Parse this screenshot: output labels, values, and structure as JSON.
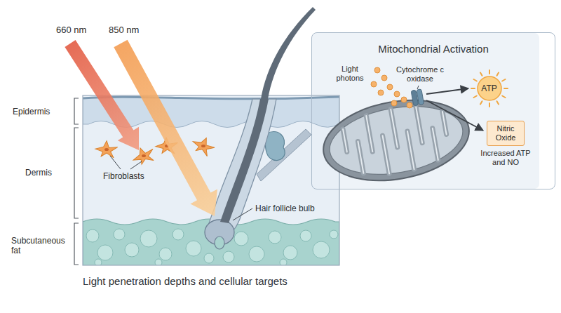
{
  "diagram": {
    "caption": "Light penetration depths and cellular targets",
    "nodes": [
      {
        "text": [
          "Mitochondrial Activation"
        ]
      },
      {
        "text": [
          "ATP"
        ],
        "in": 0
      },
      {
        "text": [
          "Nitric Oxide"
        ],
        "in": 0
      }
    ],
    "labels": [
      "660 nm",
      "850 nm",
      "Epidermis",
      "Dermis",
      "Subcutaneous fat",
      "Fibroblasts",
      "Hair follicle bulb",
      "Light photons",
      "Cytochrome c oxidase",
      "Increased ATP and NO"
    ]
  }
}
